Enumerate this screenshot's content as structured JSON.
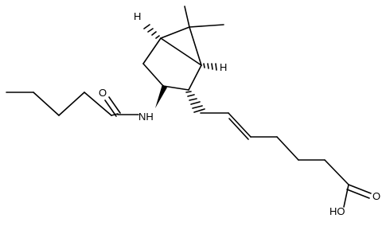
{
  "molecule": {
    "labels": {
      "amide_oxygen": "O",
      "amide_nitrogen": "NH",
      "hydrogen_left": "H",
      "hydrogen_right": "H",
      "acid_oxygen": "O",
      "acid_hydroxyl": "HO"
    },
    "colors": {
      "bond": "#000000",
      "background": "#ffffff"
    }
  }
}
